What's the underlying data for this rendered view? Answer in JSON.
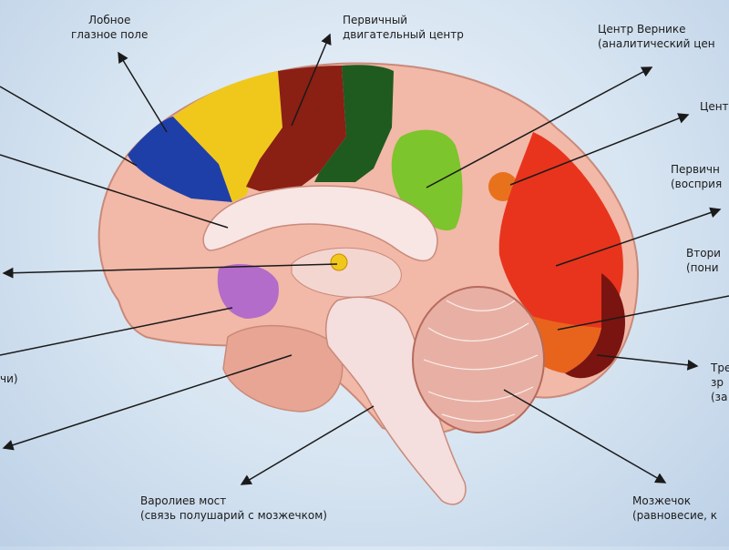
{
  "labels": {
    "frontal_eye_field": {
      "line1": "Лобное",
      "line2": "глазное поле"
    },
    "primary_motor": {
      "line1": "Первичный",
      "line2": "двигательный центр"
    },
    "wernicke": {
      "line1": "Центр Вернике",
      "line2": "(аналитический цен"
    },
    "center_cut": {
      "line1": "Цент"
    },
    "primary_perception": {
      "line1": "Первичн",
      "line2": "(восприя"
    },
    "secondary": {
      "line1": "Втори",
      "line2": "(пони"
    },
    "tertiary": {
      "line1": "Тре",
      "line2": "зр",
      "line3": "(за"
    },
    "left_cut": {
      "line1": "чи)"
    },
    "pons": {
      "line1": "Варолиев мост",
      "line2": "(связь полушарий с мозжечком)"
    },
    "cerebellum": {
      "line1": "Мозжечок",
      "line2": "(равновесие, к"
    }
  },
  "colors": {
    "brain_pink": "#f2b8a8",
    "blue": "#1f3fa8",
    "yellow": "#f0c81c",
    "maroon": "#8a1f14",
    "dark_green": "#1f5a1f",
    "light_green": "#7cc52c",
    "orange": "#e8721c",
    "red": "#e8341c",
    "dark_red": "#7a1410",
    "purple": "#b36cc9"
  }
}
